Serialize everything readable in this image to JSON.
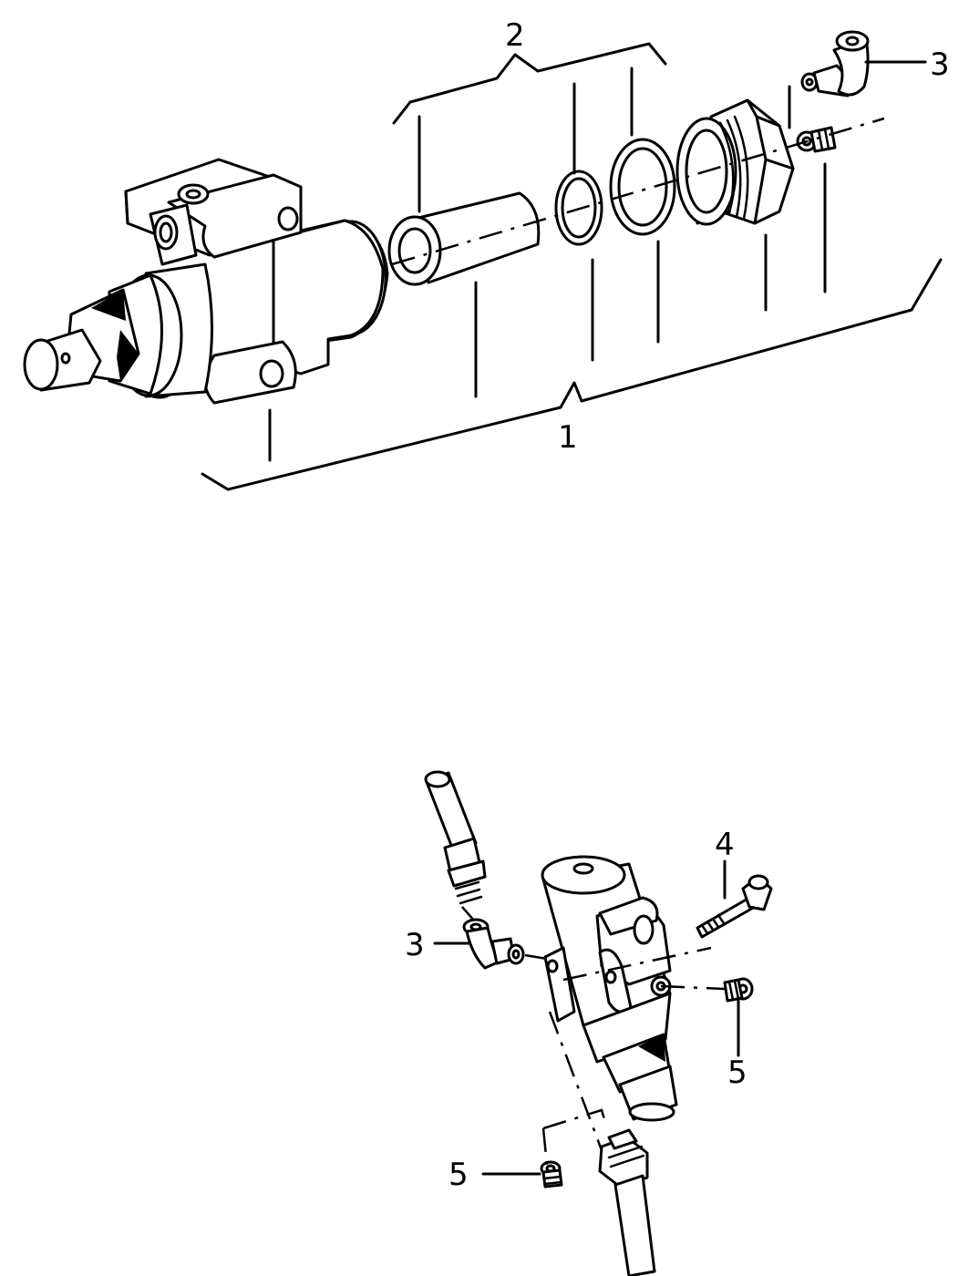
{
  "callouts": {
    "top_1": "1",
    "top_2": "2",
    "top_3": "3",
    "bottom_3": "3",
    "bottom_4": "4",
    "bottom_5a": "5",
    "bottom_5b": "5"
  },
  "colors": {
    "line": "#000000",
    "background": "#ffffff"
  }
}
